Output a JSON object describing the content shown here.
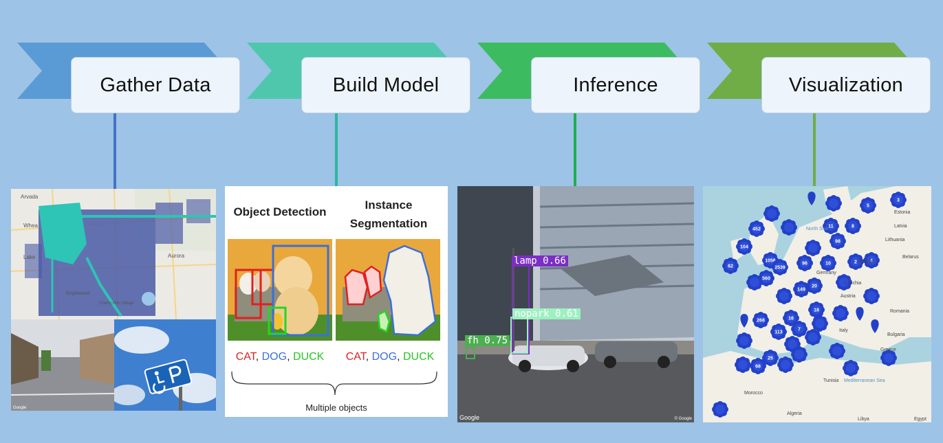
{
  "steps": [
    {
      "label": "Gather Data",
      "color": "#5b9bd5"
    },
    {
      "label": "Build Model",
      "color": "#4fc7ad"
    },
    {
      "label": "Inference",
      "color": "#3dbb60"
    },
    {
      "label": "Visualization",
      "color": "#70ad47"
    }
  ],
  "gather": {
    "map_places": [
      "Arvada",
      "Whea",
      "Lake",
      "Aurora",
      "Englewood",
      "Cherry Hills Village"
    ],
    "watermark": "Google"
  },
  "model": {
    "heading_detection": "Object Detection",
    "heading_segmentation": "Instance Segmentation",
    "classes": {
      "cat": "CAT",
      "dog": "DOG",
      "duck": "DUCK",
      "sep": ", "
    },
    "caption": "Multiple objects"
  },
  "inference": {
    "detections": [
      {
        "label": "lamp",
        "score": "0.66"
      },
      {
        "label": "nopark",
        "score": "0.61"
      },
      {
        "label": "fh",
        "score": "0.75"
      }
    ],
    "watermark_left": "Google",
    "watermark_right": "© Google"
  },
  "visualization": {
    "countries": [
      "Estonia",
      "Latvia",
      "Lithuania",
      "Belarus",
      "Poland",
      "Germany",
      "Czechia",
      "Austria",
      "Romania",
      "Bulgaria",
      "Italy",
      "Greece",
      "Morocco",
      "Algeria",
      "Tunisia",
      "Libya",
      "Egypt"
    ],
    "seas": [
      "North Sea",
      "Mediterranean Sea"
    ],
    "cluster_counts": [
      "452",
      "104",
      "62",
      "1056",
      "2539",
      "560",
      "149",
      "268",
      "113",
      "11",
      "98",
      "96",
      "10",
      "20",
      "18",
      "16",
      "7",
      "25",
      "68",
      "3",
      "5",
      "8",
      "2",
      "4"
    ]
  }
}
